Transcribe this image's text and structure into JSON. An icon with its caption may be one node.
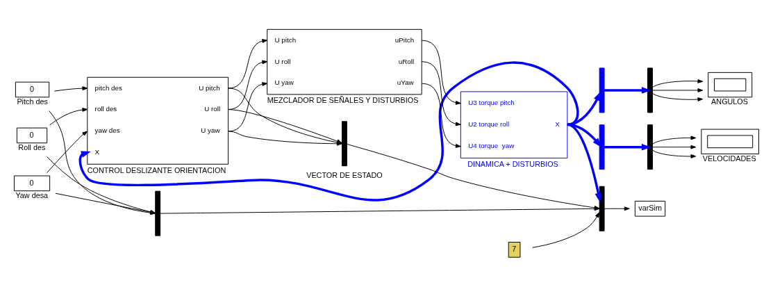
{
  "diagram": {
    "nodes": [
      {
        "text": [
          "0"
        ],
        "beside": [
          "Pitch des"
        ]
      },
      {
        "text": [
          "0"
        ],
        "beside": [
          "Roll des"
        ]
      },
      {
        "text": [
          "0"
        ],
        "beside": [
          "Yaw desa"
        ]
      },
      {
        "text": [],
        "shape": "bar"
      },
      {
        "text": [
          "pitch des",
          "U pitch",
          "roll des",
          "U roll",
          "yaw des",
          "U yaw",
          "X",
          "CONTROL DESLIZANTE ORIENTACION"
        ]
      },
      {
        "text": [],
        "shape": "bar"
      },
      {
        "text": [
          "U pitch",
          "uPitch",
          "U roll",
          "uRoll",
          "U yaw",
          "uYaw",
          "MEZCLADOR DE SEÑALES Y DISTURBIOS"
        ]
      },
      {
        "text": [
          "U3 torque pitch",
          "U2 torque roll",
          "X",
          "U4 torque  yaw",
          "DINAMICA + DISTURBIOS"
        ]
      },
      {
        "text": [],
        "shape": "bar"
      },
      {
        "text": [],
        "shape": "bar"
      },
      {
        "text": [],
        "shape": "bar"
      },
      {
        "text": [],
        "shape": "bar"
      },
      {
        "text": [
          "ANGULOS"
        ]
      },
      {
        "text": [
          "VELOCIDADES"
        ]
      },
      {
        "text": [
          "7"
        ]
      },
      {
        "text": [],
        "shape": "bar"
      },
      {
        "text": [
          "varSim"
        ]
      }
    ],
    "edges": [
      {
        "from": 0,
        "to": 4,
        "arrow": "to"
      },
      {
        "from": 0,
        "to": 3,
        "arrow": "to"
      },
      {
        "from": 1,
        "to": 4,
        "arrow": "to"
      },
      {
        "from": 1,
        "to": 3,
        "arrow": "to"
      },
      {
        "from": 2,
        "to": 4,
        "arrow": "to"
      },
      {
        "from": 2,
        "to": 3,
        "arrow": "to"
      },
      {
        "from": 4,
        "to": 6,
        "arrow": "to"
      },
      {
        "from": 4,
        "to": 5,
        "arrow": "to"
      },
      {
        "from": 4,
        "to": 6,
        "arrow": "to"
      },
      {
        "from": 4,
        "to": 5,
        "arrow": "to"
      },
      {
        "from": 4,
        "to": 6,
        "arrow": "to"
      },
      {
        "from": 4,
        "to": 5,
        "arrow": "to"
      },
      {
        "from": 6,
        "to": 7,
        "arrow": "to"
      },
      {
        "from": 6,
        "to": 7,
        "arrow": "to"
      },
      {
        "from": 6,
        "to": 7,
        "arrow": "to"
      },
      {
        "from": 7,
        "to": 8,
        "arrow": "to",
        "style": "thick",
        "color": "#0000ff"
      },
      {
        "from": 7,
        "to": 9,
        "arrow": "to",
        "style": "thick",
        "color": "#0000ff"
      },
      {
        "from": 7,
        "to": 4,
        "arrow": "to",
        "label": "VECTOR DE ESTADO",
        "style": "thick",
        "color": "#0000ff"
      },
      {
        "from": 7,
        "to": 15,
        "arrow": "to",
        "style": "thick",
        "color": "#0000ff"
      },
      {
        "from": 8,
        "to": 10,
        "arrow": "to",
        "style": "thick",
        "color": "#0000ff"
      },
      {
        "from": 9,
        "to": 11,
        "arrow": "to",
        "style": "thick",
        "color": "#0000ff"
      },
      {
        "from": 10,
        "to": 12,
        "arrow": "to"
      },
      {
        "from": 10,
        "to": 12,
        "arrow": "to"
      },
      {
        "from": 10,
        "to": 12,
        "arrow": "to"
      },
      {
        "from": 11,
        "to": 13,
        "arrow": "to"
      },
      {
        "from": 11,
        "to": 13,
        "arrow": "to"
      },
      {
        "from": 11,
        "to": 13,
        "arrow": "to"
      },
      {
        "from": 14,
        "to": 15,
        "arrow": "to"
      },
      {
        "from": 3,
        "to": 15,
        "arrow": "to"
      },
      {
        "from": 5,
        "to": 15,
        "arrow": "to"
      },
      {
        "from": 15,
        "to": 16,
        "arrow": "to"
      }
    ]
  }
}
